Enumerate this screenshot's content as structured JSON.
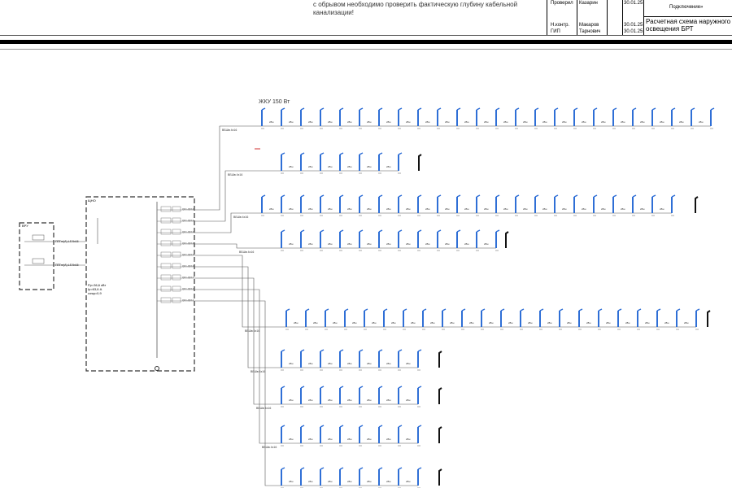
{
  "note": {
    "line1": "с обрывом необходимо проверить фактическую глубину кабельной",
    "line2": "канализации!"
  },
  "title_block": {
    "rows": [
      {
        "role": "Проверил",
        "name": "Казарин",
        "date": "30.01.25"
      },
      {
        "role": "Н.контр.",
        "name": "Макаров",
        "date": "30.01.25"
      },
      {
        "role": "ГИП",
        "name": "Тарнович",
        "date": "30.01.25"
      }
    ],
    "project": "Подключение»",
    "sheet_title": "Расчетная схема наружного освещения БРТ"
  },
  "schematic": {
    "input_panel": "ВРУ",
    "main_panel": "ЩНО",
    "panel_params": [
      "Рр=36,6 кВт",
      "Iр=63,6 А",
      "cosφ=0,9"
    ],
    "cable_in": "ППГнг(А)-LS 5х16",
    "cable_label": "ВБШв 4х16",
    "breaker_label": "QF1-QF12",
    "lamp_label": "ЖКУ 150 Вт",
    "span_label": "28м",
    "colors": {
      "pole": "#2f6fd6",
      "line": "#555555",
      "accent": "#d03030"
    }
  }
}
